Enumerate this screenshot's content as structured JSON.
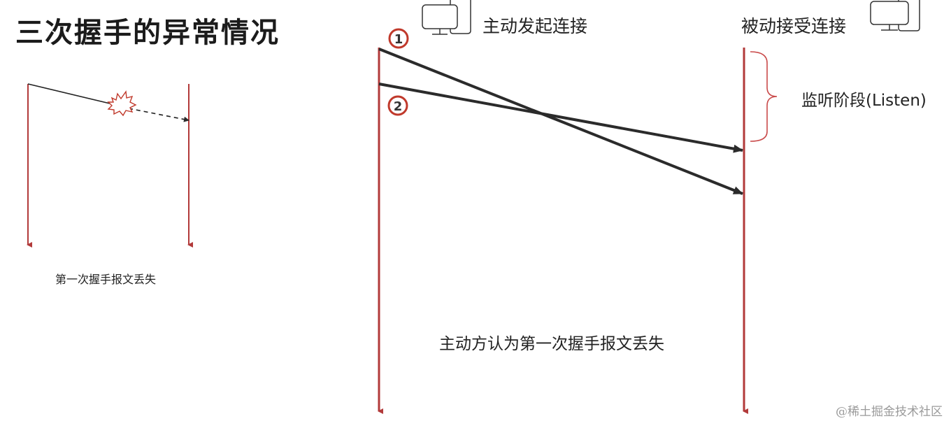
{
  "title": "三次握手的异常情况",
  "left_diagram": {
    "caption": "第一次握手报文丢失"
  },
  "main_diagram": {
    "sender_label": "主动发起连接",
    "receiver_label": "被动接受连接",
    "listen_label": "监听阶段(Listen)",
    "caption": "主动方认为第一次握手报文丢失",
    "markers": [
      "1",
      "2"
    ],
    "icons": [
      "computer-icon",
      "computer-icon"
    ]
  },
  "watermark": "@稀土掘金技术社区",
  "colors": {
    "timeline": "#b23a3a",
    "arrow": "#2b2b2b",
    "marker": "#c0392b",
    "brace": "#c94a4a"
  }
}
